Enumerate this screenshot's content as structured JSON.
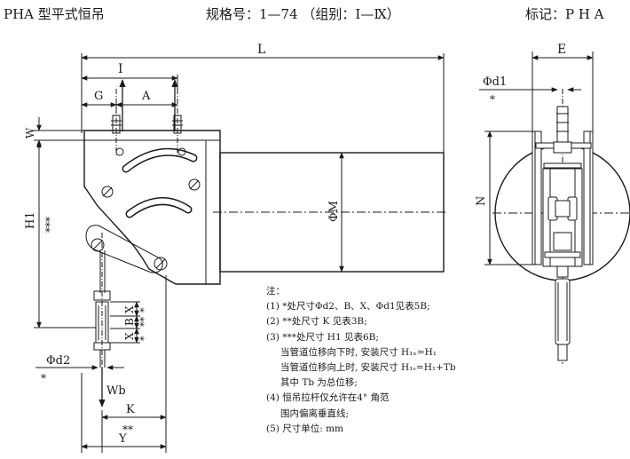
{
  "header": {
    "title": "PHA 型平式恒吊",
    "spec": "规格号：1—74 （组别：Ⅰ—Ⅸ）",
    "mark": "标记：P H A"
  },
  "dims": {
    "L": "L",
    "I": "I",
    "G": "G",
    "A": "A",
    "W": "W",
    "H1": "H1",
    "stars3": "***",
    "phiM": "ΦM",
    "X": "X",
    "B": "B",
    "stars2": "**",
    "phid2": "Φd2",
    "star1": "*",
    "Wb": "Wb",
    "K": "K",
    "Y": "Y",
    "E": "E",
    "phid1": "Φd1",
    "N": "N"
  },
  "notes": {
    "heading": "注：",
    "lines": [
      "(1) *处尺寸Φd2、B、X、Φd1见表5B;",
      "(2) **处尺寸 K 见表3B;",
      "(3) ***处尺寸 H1 见表6B;",
      "当管道位移向下时, 安装尺寸 H₁ₓ=H₁",
      "当管道位移向上时, 安装尺寸 H₁ₛ=H₁+Tb",
      "其中 Tb 为总位移;",
      "(4) 恒吊拉杆仅允许在4° 角范",
      "围内偏离垂直线;",
      "(5) 尺寸单位: mm"
    ]
  }
}
